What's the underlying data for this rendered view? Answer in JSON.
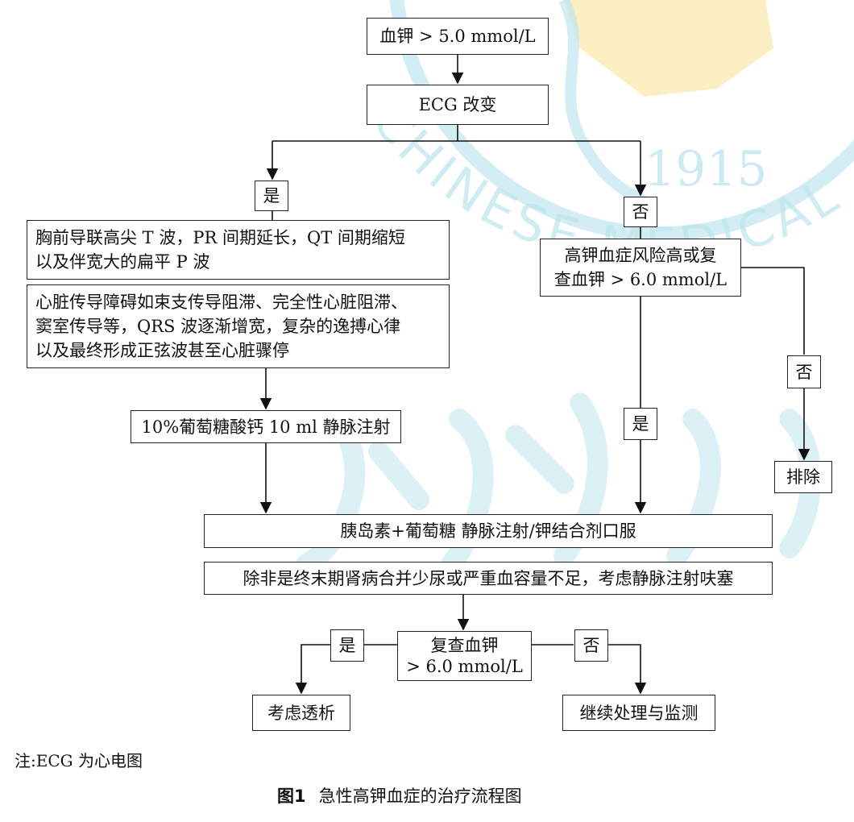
{
  "nodes": {
    "start": "血钾 > 5.0 mmol/L",
    "ecg": "ECG 改变",
    "yes_left": "是",
    "no_right": "否",
    "ecg_signs_1": "胸前导联高尖 T 波，PR 间期延长，QT 间期缩短",
    "ecg_signs_2": "以及伴宽大的扁平 P 波",
    "conduction_1": "心脏传导障碍如束支传导阻滞、完全性心脏阻滞、",
    "conduction_2": "窦室传导等，QRS 波逐渐增宽，复杂的逸搏心律",
    "conduction_3": "以及最终形成正弦波甚至心脏骤停",
    "calcium": "10%葡萄糖酸钙 10 ml 静脉注射",
    "risk_1": "高钾血症风险高或复",
    "risk_2": "查血钾 > 6.0 mmol/L",
    "no_far_right": "否",
    "exclude": "排除",
    "yes_mid": "是",
    "insulin": "胰岛素+葡萄糖 静脉注射/钾结合剂口服",
    "furosemide": "除非是终末期肾病合并少尿或严重血容量不足，考虑静脉注射呋塞",
    "recheck_1": "复查血钾",
    "recheck_2": "> 6.0 mmol/L",
    "yes_bottom": "是",
    "no_bottom": "否",
    "dialysis": "考虑透析",
    "continue": "继续处理与监测"
  },
  "note": "注:ECG 为心电图",
  "caption": {
    "number": "图1",
    "title": "急性高钾血症的治疗流程图"
  },
  "watermark": {
    "text": "CHINESE MEDICAL ASSOCIATION",
    "year": "1915",
    "color": "#bfe6ee",
    "map_color": "#fcecb8"
  }
}
